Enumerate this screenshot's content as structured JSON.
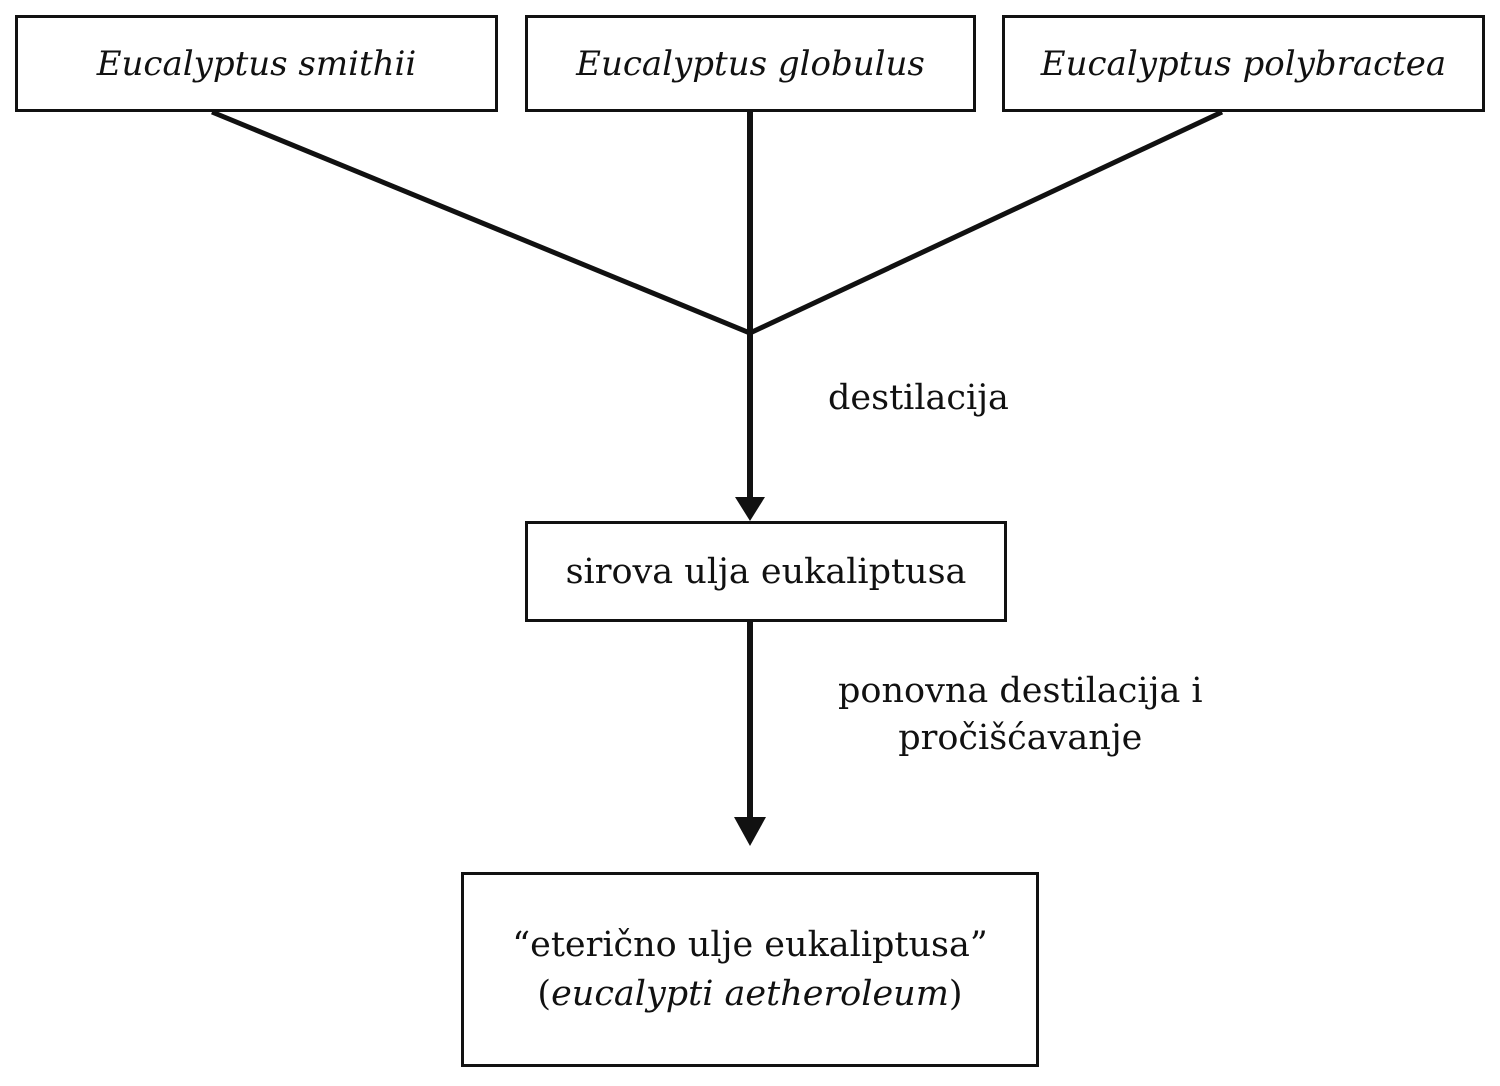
{
  "sources": [
    {
      "name": "Eucalyptus smithii"
    },
    {
      "name": "Eucalyptus globulus"
    },
    {
      "name": "Eucalyptus polybractea"
    }
  ],
  "step1": {
    "label": "destilacija"
  },
  "intermediate": {
    "label": "sirova ulja eukaliptusa"
  },
  "step2": {
    "label_line1": "ponovna destilacija i",
    "label_line2": "pročišćavanje"
  },
  "product": {
    "label": "“eterično ulje eukaliptusa”",
    "latin_open": "(",
    "latin_name": "eucalypti aetheroleum",
    "latin_close": ")"
  },
  "colors": {
    "line": "#111111",
    "background": "#ffffff"
  }
}
